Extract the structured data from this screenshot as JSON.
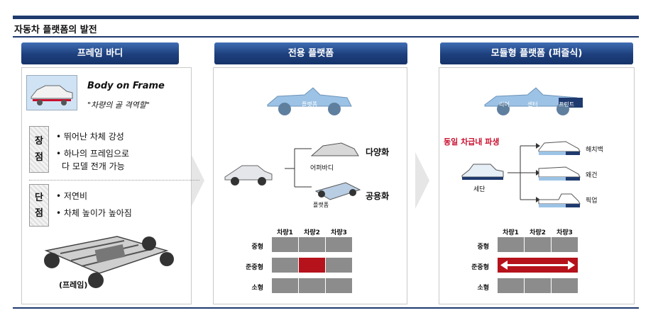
{
  "title": "자동차 플랫폼의 발전",
  "panels": [
    {
      "header": "프레임 바디",
      "concept": "Body on Frame",
      "concept_sub": "\"차량의 골 격역할\"",
      "pros_label": [
        "장",
        "점"
      ],
      "pros": [
        "• 뛰어난 차체 강성",
        "• 하나의 프레임으로",
        "다 모델 전개 가능"
      ],
      "cons_label": [
        "단",
        "점"
      ],
      "cons": [
        "• 저연비",
        "• 차체 높이가 높아짐"
      ],
      "frame_caption": "(프레임)"
    },
    {
      "header": "전용 플랫폼",
      "car_label": "플랫폼",
      "upper_label": "어퍼바디",
      "lower_label": "플랫폼",
      "result_top": "다양화",
      "result_bottom": "공용화"
    },
    {
      "header": "모듈형 플랫폼 (퍼즐식)",
      "car_labels": [
        "리어",
        "센터",
        "프런트"
      ],
      "red_caption": "동일 차급내 파생",
      "base_car": "세단",
      "derivatives": [
        "해치백",
        "왜건",
        "픽업"
      ]
    }
  ],
  "grid": {
    "columns": [
      "차량1",
      "차량2",
      "차량3"
    ],
    "rows": [
      "중형",
      "준중형",
      "소형"
    ]
  },
  "colors": {
    "navy": "#1f3a6e",
    "red": "#b5121b",
    "gray": "#8c8c8c",
    "car_blue": "#9cc3e6"
  }
}
